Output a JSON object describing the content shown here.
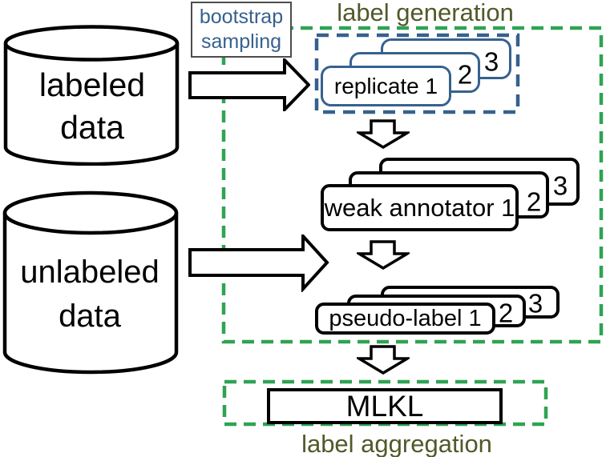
{
  "diagram": {
    "datastores": {
      "labeled": {
        "line1": "labeled",
        "line2": "data"
      },
      "unlabeled": {
        "line1": "unlabeled",
        "line2": "data"
      }
    },
    "bootstrap_box": {
      "line1": "bootstrap",
      "line2": "sampling"
    },
    "sections": {
      "generation": {
        "title": "label generation"
      },
      "aggregation": {
        "title": "label aggregation"
      }
    },
    "stacks": {
      "replicate": {
        "front": "replicate 1",
        "second": "2",
        "third": "3"
      },
      "weak_annotator": {
        "front": "weak annotator 1",
        "second": "2",
        "third": "3"
      },
      "pseudo_label": {
        "front": "pseudo-label 1",
        "second": "2",
        "third": "3"
      }
    },
    "aggregator": {
      "label": "MLKL"
    },
    "colors": {
      "accent_blue": "#36618e",
      "accent_green": "#2fa352",
      "accent_olive": "#51592a",
      "ink": "#000000"
    }
  }
}
